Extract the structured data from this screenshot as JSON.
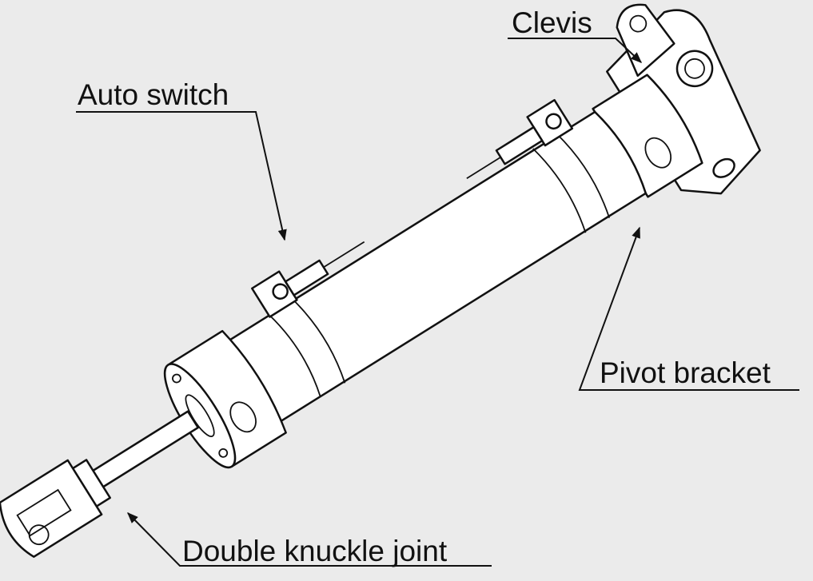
{
  "labels": {
    "clevis": "Clevis",
    "auto_switch": "Auto switch",
    "pivot_bracket": "Pivot bracket",
    "double_knuckle_joint": "Double knuckle joint"
  }
}
